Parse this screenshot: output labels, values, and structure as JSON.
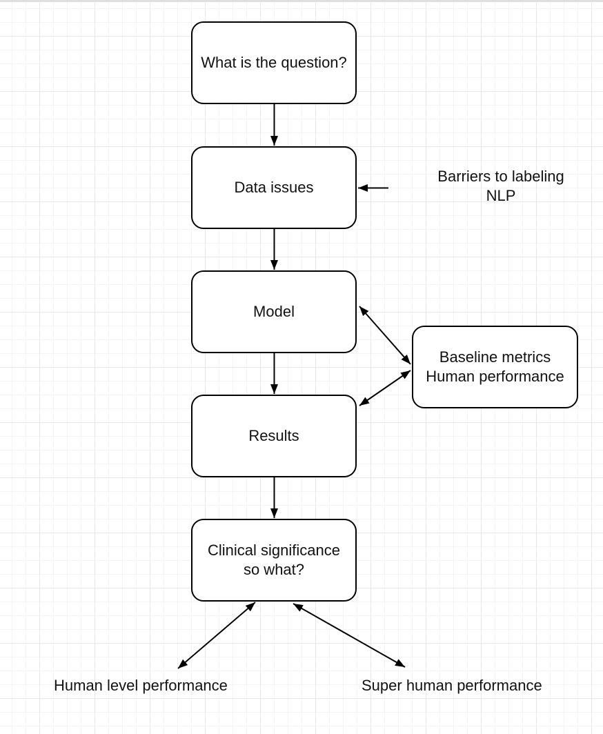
{
  "diagram": {
    "nodes": {
      "question": {
        "label": "What is the question?"
      },
      "data_issues": {
        "label": "Data issues"
      },
      "model": {
        "label": "Model"
      },
      "baseline": {
        "label": "Baseline metrics\nHuman performance"
      },
      "results": {
        "label": "Results"
      },
      "clinical": {
        "label": "Clinical significance\nso what?"
      }
    },
    "labels": {
      "barriers": {
        "text": "Barriers to labeling\nNLP"
      },
      "human_level": {
        "text": "Human level performance"
      },
      "super_human": {
        "text": "Super human performance"
      }
    },
    "connectors": [
      {
        "from": "question",
        "to": "data_issues",
        "style": "arrow"
      },
      {
        "from": "barriers_label",
        "to": "data_issues",
        "style": "arrow"
      },
      {
        "from": "data_issues",
        "to": "model",
        "style": "arrow"
      },
      {
        "from": "model",
        "to": "baseline",
        "style": "double-arrow"
      },
      {
        "from": "model",
        "to": "results",
        "style": "arrow"
      },
      {
        "from": "baseline",
        "to": "results",
        "style": "double-arrow"
      },
      {
        "from": "results",
        "to": "clinical",
        "style": "arrow"
      },
      {
        "from": "clinical",
        "to": "human_level_label",
        "style": "double-arrow"
      },
      {
        "from": "clinical",
        "to": "super_human_label",
        "style": "double-arrow"
      }
    ],
    "colors": {
      "shape_stroke": "#000000",
      "shape_fill": "#ffffff",
      "text": "#111111",
      "grid_minor": "#f4f4f4",
      "grid_major": "#e8e8e8",
      "canvas_top_edge": "#dfdfdf"
    }
  }
}
